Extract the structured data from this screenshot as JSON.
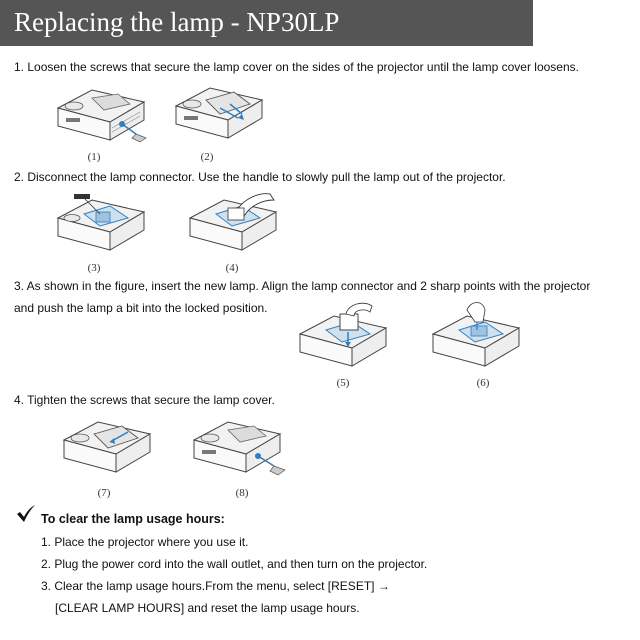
{
  "title": "Replacing the lamp - NP30LP",
  "steps": {
    "s1": "1. Loosen the screws that secure the lamp cover on the sides of the projector until the lamp cover loosens.",
    "s2": "2.  Disconnect the lamp connector. Use the handle to slowly pull the lamp out of the projector.",
    "s3a": "3. As shown in the figure, insert the new lamp. Align the lamp connector and 2 sharp points with the projector",
    "s3b": "and push the lamp a bit into the locked position.",
    "s4": "4. Tighten the screws that secure the lamp cover."
  },
  "captions": [
    "(1)",
    "(2)",
    "(3)",
    "(4)",
    "(5)",
    "(6)",
    "(7)",
    "(8)"
  ],
  "clear": {
    "heading": "To clear the lamp usage hours:",
    "i1": "1. Place the projector where you use it.",
    "i2": "2. Plug the power cord into the wall outlet, and then turn on the projector.",
    "i3a": "3. Clear the lamp usage hours.From the menu, select [RESET] →",
    "i3b": "[CLEAR LAMP HOURS] and reset the lamp usage hours."
  },
  "colors": {
    "title_bg": "#555555",
    "title_fg": "#ffffff",
    "accent_blue": "#2f7fc1"
  },
  "icons": {
    "check": "checkmark-icon",
    "figure": "projector-illustration"
  }
}
